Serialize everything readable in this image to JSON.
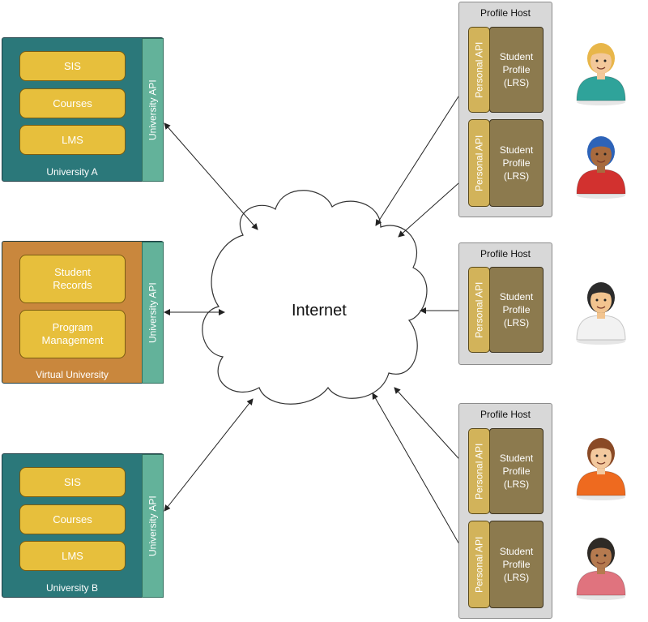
{
  "internet": {
    "label": "Internet"
  },
  "universities": [
    {
      "name": "University A",
      "api_label": "University API",
      "systems": [
        "SIS",
        "Courses",
        "LMS"
      ]
    },
    {
      "name": "Virtual University",
      "api_label": "University API",
      "systems": [
        "Student\nRecords",
        "Program\nManagement"
      ]
    },
    {
      "name": "University B",
      "api_label": "University API",
      "systems": [
        "SIS",
        "Courses",
        "LMS"
      ]
    }
  ],
  "hosts": [
    {
      "title": "Profile Host",
      "profiles": [
        {
          "api_label": "Personal API",
          "profile_label": "Student\nProfile\n(LRS)"
        },
        {
          "api_label": "Personal API",
          "profile_label": "Student\nProfile\n(LRS)"
        }
      ]
    },
    {
      "title": "Profile Host",
      "profiles": [
        {
          "api_label": "Personal API",
          "profile_label": "Student\nProfile\n(LRS)"
        }
      ]
    },
    {
      "title": "Profile Host",
      "profiles": [
        {
          "api_label": "Personal API",
          "profile_label": "Student\nProfile\n(LRS)"
        },
        {
          "api_label": "Personal API",
          "profile_label": "Student\nProfile\n(LRS)"
        }
      ]
    }
  ],
  "people": [
    {
      "icon": "student-blonde-woman-icon",
      "shirt": "#2fa39a",
      "hair": "#e8b64a",
      "skin": "#f3c89a"
    },
    {
      "icon": "student-cap-man-icon",
      "shirt": "#d2312f",
      "hair": "#2d63b8",
      "skin": "#a86a3e"
    },
    {
      "icon": "student-dark-hair-woman-icon",
      "shirt": "#f2f2f2",
      "hair": "#2c2c2c",
      "skin": "#f2c48f"
    },
    {
      "icon": "student-redhead-man-icon",
      "shirt": "#ee6a1f",
      "hair": "#8a4a26",
      "skin": "#f3c99e"
    },
    {
      "icon": "student-curly-glasses-woman-icon",
      "shirt": "#e0737e",
      "hair": "#2e2a26",
      "skin": "#b57a4f"
    }
  ]
}
